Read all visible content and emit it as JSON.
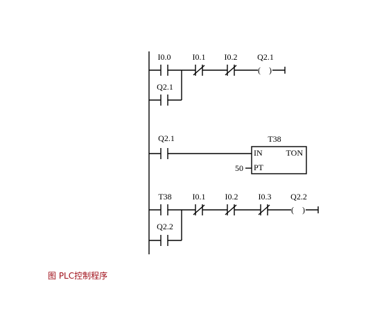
{
  "rungs": [
    {
      "main": [
        {
          "type": "no",
          "label": "I0.0"
        },
        {
          "type": "nc",
          "label": "I0.1"
        },
        {
          "type": "nc",
          "label": "I0.2"
        },
        {
          "type": "coil",
          "label": "Q2.1"
        }
      ],
      "branch": {
        "type": "no",
        "label": "Q2.1"
      }
    },
    {
      "main": [
        {
          "type": "no",
          "label": "Q2.1"
        }
      ],
      "timer": {
        "name": "T38",
        "in": "IN",
        "type": "TON",
        "pt": "PT",
        "preset": "50"
      }
    },
    {
      "main": [
        {
          "type": "no",
          "label": "T38"
        },
        {
          "type": "nc",
          "label": "I0.1"
        },
        {
          "type": "nc",
          "label": "I0.2"
        },
        {
          "type": "nc",
          "label": "I0.3"
        },
        {
          "type": "coil",
          "label": "Q2.2"
        }
      ],
      "branch": {
        "type": "no",
        "label": "Q2.2"
      }
    }
  ],
  "caption": "图 PLC控制程序"
}
